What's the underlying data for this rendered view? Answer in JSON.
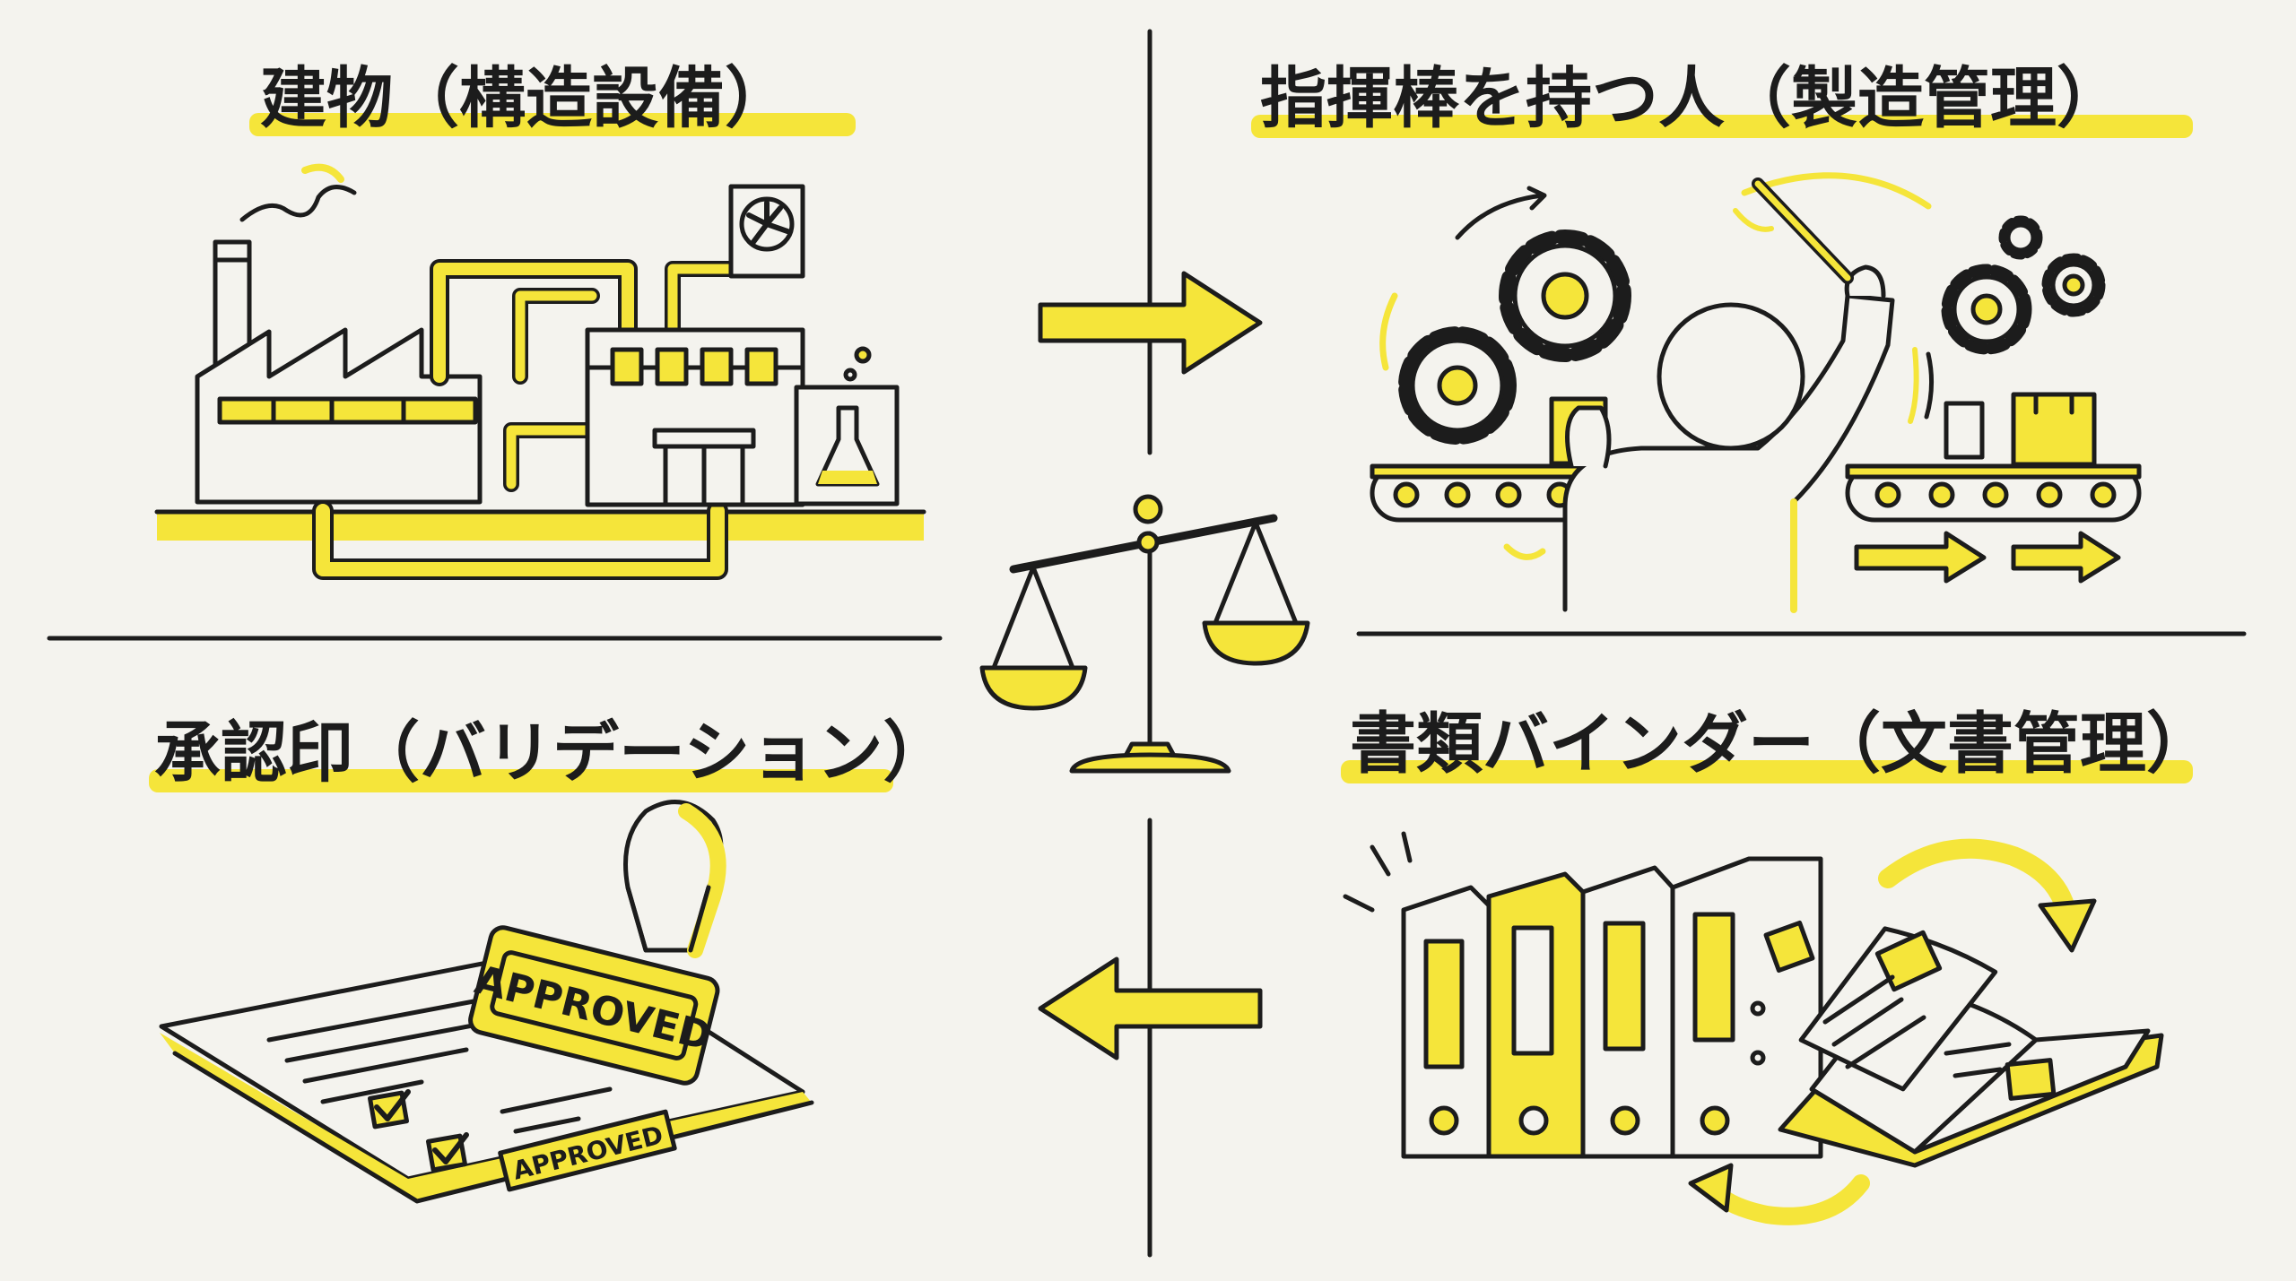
{
  "titles": {
    "facility": "建物（構造設備）",
    "conductor": "指揮棒を持つ人（製造管理）",
    "stamp": "承認印（バリデーション）",
    "binder": "書類バインダー（文書管理）"
  },
  "stamp": {
    "stamp_label": "APPROVED",
    "document_label": "APPROVED"
  },
  "colors": {
    "accent": "#f5e53a",
    "ink": "#1c1c1c",
    "background": "#f4f3ee"
  }
}
